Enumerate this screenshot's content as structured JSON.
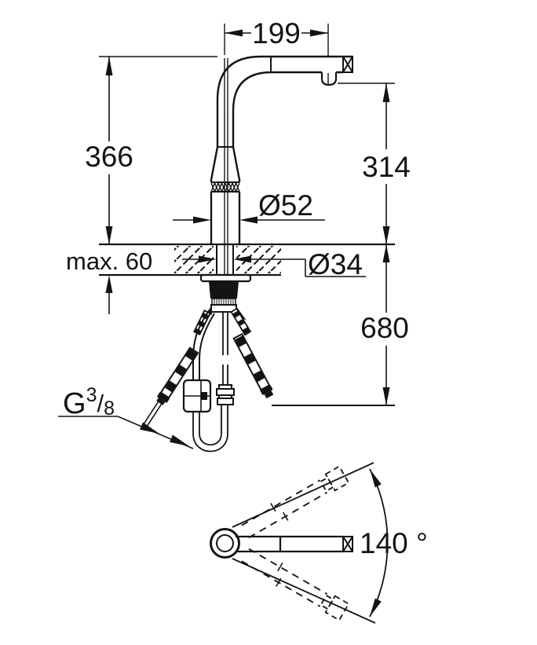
{
  "drawing": {
    "type": "faucet-installation-dimension-drawing",
    "views": {
      "elevation": "side elevation with mounting parts",
      "plan": "top view swivel range"
    },
    "colors": {
      "line": "#141414",
      "background": "#ffffff"
    }
  },
  "dims": {
    "spout_reach": "199",
    "total_height": "366",
    "outlet_height": "314",
    "body_diameter": "Ø52",
    "max_deck_thickness": "max. 60",
    "hole_diameter": "Ø34",
    "hose_length": "680",
    "swivel_angle": "140 °",
    "thread": {
      "prefix": "G",
      "numerator": "3",
      "slash": "/",
      "denominator": "8"
    }
  }
}
